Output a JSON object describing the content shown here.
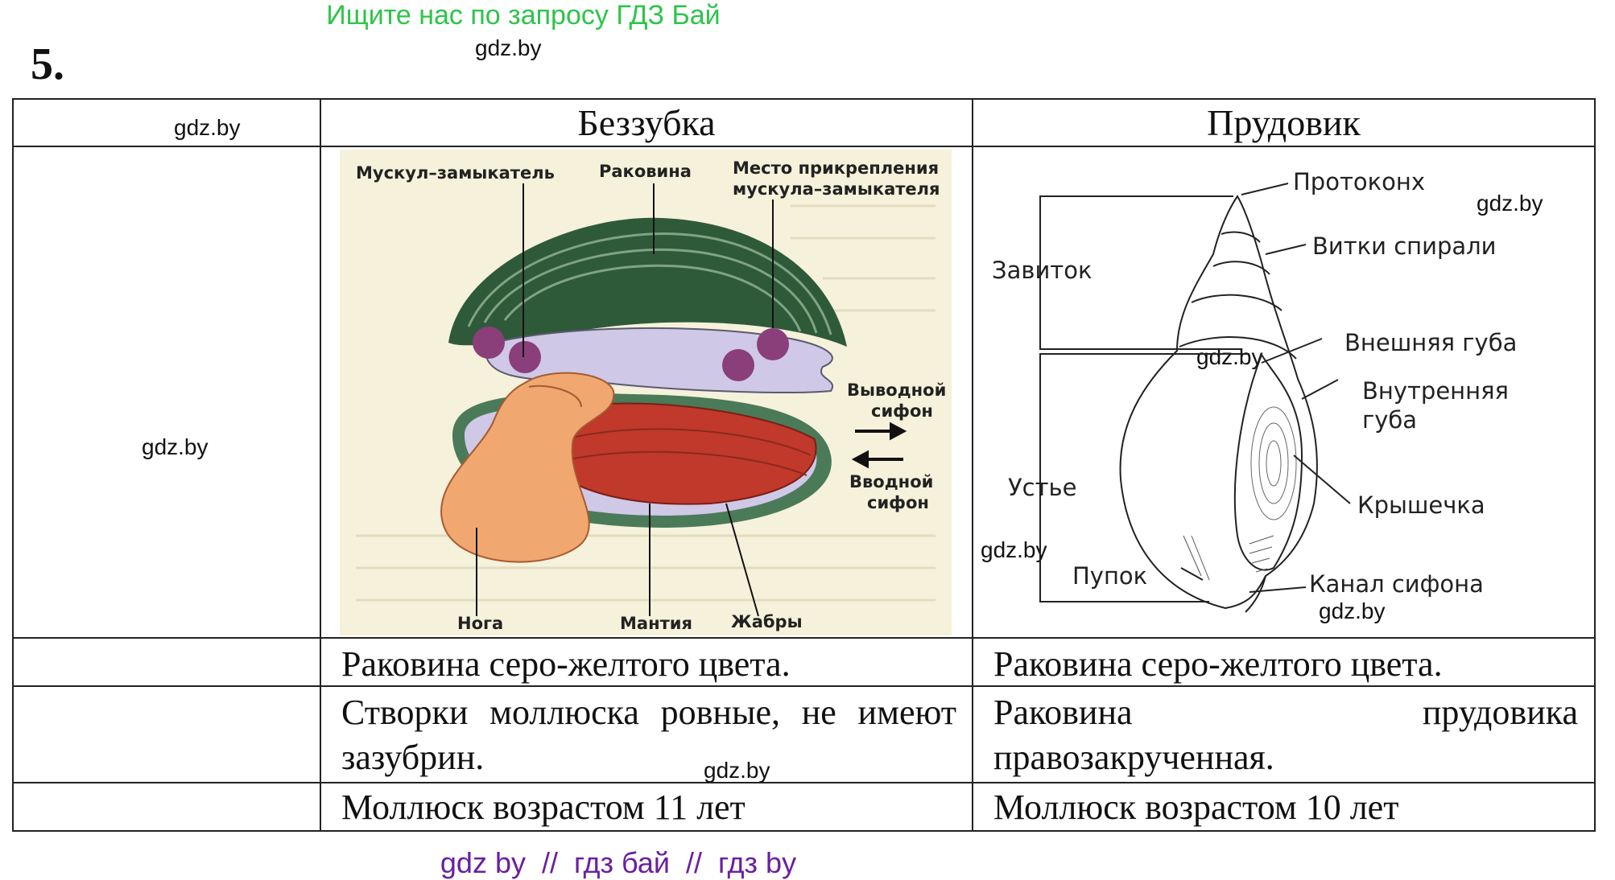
{
  "banner": "Ищите нас по запросу ГДЗ Бай",
  "task_number": "5.",
  "watermark": "gdz.by",
  "table": {
    "headers": [
      "Беззубка",
      "Прудовик"
    ],
    "rows": [
      [
        "Раковина серо-желтого цвета.",
        "Раковина серо-желтого цвета."
      ],
      [
        "Створки моллюска ровные, не имеют зазубрин.",
        "Раковина прудовика правозакрученная."
      ],
      [
        "Моллюск возрастом 11 лет",
        "Моллюск возрастом 10 лет"
      ]
    ]
  },
  "mussel_labels": {
    "adductor": "Мускул–замыкатель",
    "shell": "Раковина",
    "attach1": "Место прикрепления",
    "attach2": "мускула–замыкателя",
    "out1": "Выводной",
    "out2": "сифон",
    "in1": "Вводной",
    "in2": "сифон",
    "foot": "Нога",
    "mantle": "Мантия",
    "gills": "Жабры"
  },
  "snail_labels": {
    "protoconch": "Протоконх",
    "spire": "Завиток",
    "whorls": "Витки спирали",
    "outer_lip": "Внешняя губа",
    "inner_lip1": "Внутренняя",
    "inner_lip2": "губа",
    "aperture": "Устье",
    "operculum": "Крышечка",
    "umbilicus": "Пупок",
    "siphon_canal": "Канал сифона"
  },
  "footer": {
    "a": "gdz by",
    "sep": "//",
    "b": "гдз бай",
    "c": "гдз by"
  },
  "colors": {
    "banner": "#2ec44a",
    "footer": "#6a1fa0",
    "shell_green": "#2f5a3a",
    "mantle_lilac": "#cfc8e6",
    "gill_red": "#c0392b",
    "foot_orange": "#f0a870",
    "paper": "#f6f1da"
  }
}
